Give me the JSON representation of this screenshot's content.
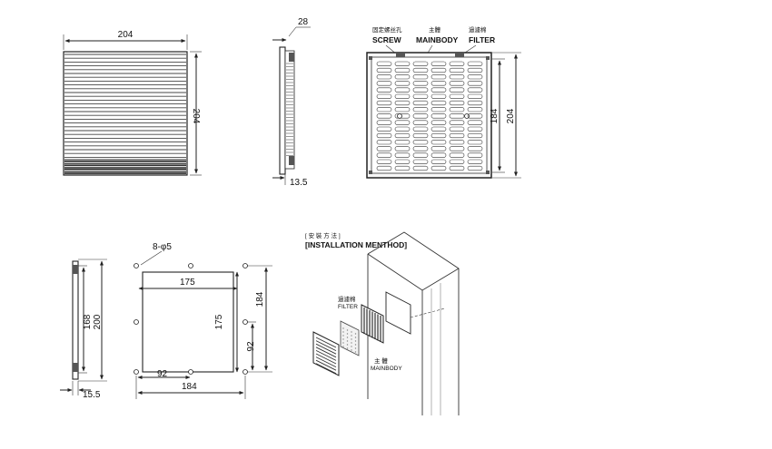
{
  "front_view": {
    "width": "204",
    "height": "204"
  },
  "side_view": {
    "top_depth": "28",
    "bottom_depth": "13.5"
  },
  "assembly_view": {
    "label_screw_cn": "固定螺丝孔",
    "label_mainbody_cn": "主體",
    "label_filter_cn": "過濾棉",
    "label_screw": "SCREW",
    "label_mainbody": "MAINBODY",
    "label_filter": "FILTER",
    "inner_height": "184",
    "outer_height": "204"
  },
  "cutout_side_view": {
    "height_outer": "200",
    "height_inner": "168",
    "depth": "15.5"
  },
  "cutout_view": {
    "holes": "8-φ5",
    "top_width": "175",
    "inner_height": "175",
    "outer_height": "184",
    "half_height": "92",
    "half_width": "92",
    "bottom_width": "184"
  },
  "installation": {
    "title_cn": "[ 安 裝 方 法 ]",
    "title": "[INSTALLATION MENTHOD]",
    "filter_cn": "過濾棉",
    "filter": "FILTER",
    "mainbody_cn": "主 體",
    "mainbody": "MAINBODY"
  }
}
